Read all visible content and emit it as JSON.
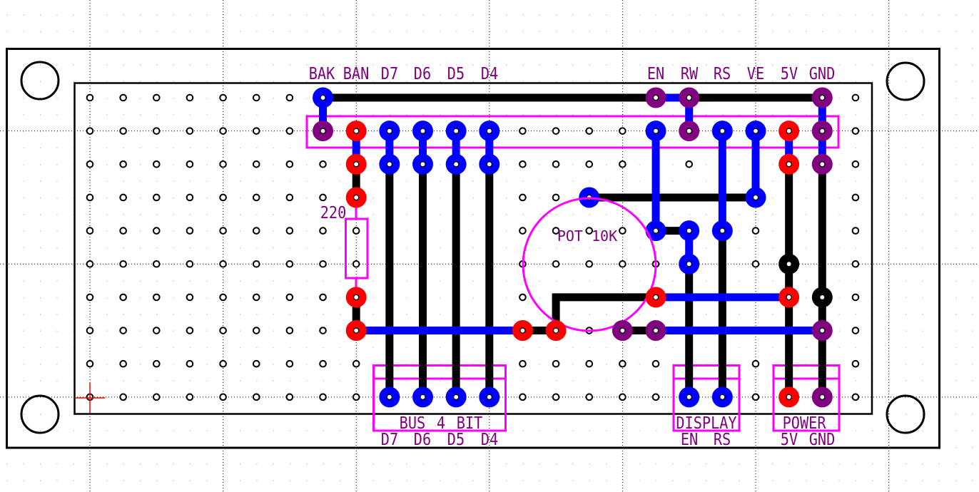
{
  "colors": {
    "blue": "#0000FF",
    "red": "#FF0000",
    "purple": "#800080",
    "black": "#000000",
    "silkscreen": "#FF00FF",
    "label_text": "#800080",
    "board_outline": "#000000",
    "origin_marker": "#FF0000",
    "background": "#FFFFFF",
    "grid_dot": "#B4B4B4"
  },
  "header": {
    "top_labels": [
      "BAK",
      "BAN",
      "D7",
      "D6",
      "D5",
      "D4",
      "EN",
      "RW",
      "RS",
      "VE",
      "5V",
      "GND"
    ]
  },
  "components": {
    "potentiometer": {
      "label": "POT 10K"
    },
    "resistor": {
      "label": "220"
    },
    "connectors": [
      {
        "title": "BUS 4 BIT",
        "pins": [
          "D7",
          "D6",
          "D5",
          "D4"
        ]
      },
      {
        "title": "DISPLAY",
        "pins": [
          "EN",
          "RS"
        ]
      },
      {
        "title": "POWER",
        "pins": [
          "5V",
          "GND"
        ]
      }
    ]
  },
  "pads": [
    {
      "name": "bak-jumper",
      "color": "blue"
    },
    {
      "name": "en-jumper",
      "color": "purple"
    },
    {
      "name": "rw-jumper",
      "color": "purple"
    },
    {
      "name": "gnd-jumper",
      "color": "purple"
    },
    {
      "name": "header-bak",
      "color": "purple"
    },
    {
      "name": "header-ban",
      "color": "red"
    },
    {
      "name": "header-d7",
      "color": "blue"
    },
    {
      "name": "header-d6",
      "color": "blue"
    },
    {
      "name": "header-d5",
      "color": "blue"
    },
    {
      "name": "header-d4",
      "color": "blue"
    },
    {
      "name": "header-en",
      "color": "blue"
    },
    {
      "name": "header-rw",
      "color": "purple"
    },
    {
      "name": "header-rs",
      "color": "blue"
    },
    {
      "name": "header-ve",
      "color": "blue"
    },
    {
      "name": "header-5v",
      "color": "red"
    },
    {
      "name": "header-gnd",
      "color": "purple"
    },
    {
      "name": "ban-node",
      "color": "red"
    },
    {
      "name": "d7-node",
      "color": "blue"
    },
    {
      "name": "d6-node",
      "color": "blue"
    },
    {
      "name": "d5-node",
      "color": "blue"
    },
    {
      "name": "d4-node",
      "color": "blue"
    },
    {
      "name": "5v-node",
      "color": "red"
    },
    {
      "name": "gnd-node",
      "color": "purple"
    },
    {
      "name": "resistor-pin-1",
      "color": "red"
    },
    {
      "name": "pot-wiper",
      "color": "blue"
    },
    {
      "name": "ve-node",
      "color": "blue"
    },
    {
      "name": "en-node",
      "color": "blue"
    },
    {
      "name": "en-node-2",
      "color": "blue"
    },
    {
      "name": "rs-node",
      "color": "blue"
    },
    {
      "name": "en-node-3",
      "color": "blue"
    },
    {
      "name": "5v-junction",
      "color": "black"
    },
    {
      "name": "resistor-pin-2",
      "color": "red"
    },
    {
      "name": "pot-5v-node",
      "color": "red"
    },
    {
      "name": "5v-node-2",
      "color": "red"
    },
    {
      "name": "gnd-junction",
      "color": "black"
    },
    {
      "name": "ban-out",
      "color": "red"
    },
    {
      "name": "ban-link",
      "color": "red"
    },
    {
      "name": "pot-pin-a",
      "color": "red"
    },
    {
      "name": "pot-pin-b",
      "color": "purple"
    },
    {
      "name": "gnd-node-2",
      "color": "purple"
    },
    {
      "name": "gnd-node-3",
      "color": "purple"
    },
    {
      "name": "bus-d7",
      "color": "blue"
    },
    {
      "name": "bus-d6",
      "color": "blue"
    },
    {
      "name": "bus-d5",
      "color": "blue"
    },
    {
      "name": "bus-d4",
      "color": "blue"
    },
    {
      "name": "display-en",
      "color": "blue"
    },
    {
      "name": "display-rs",
      "color": "blue"
    },
    {
      "name": "power-5v",
      "color": "red"
    },
    {
      "name": "power-gnd",
      "color": "purple"
    }
  ],
  "traces": [
    {
      "name": "top-bus-left",
      "color": "black"
    },
    {
      "name": "en-rw-bridge",
      "color": "blue"
    },
    {
      "name": "top-bus-right",
      "color": "black"
    },
    {
      "name": "bak-link",
      "color": "blue"
    },
    {
      "name": "rw-link",
      "color": "blue"
    },
    {
      "name": "gnd-header-link",
      "color": "blue"
    },
    {
      "name": "ban-link-upper",
      "color": "blue"
    },
    {
      "name": "d7-link",
      "color": "blue"
    },
    {
      "name": "d6-link",
      "color": "blue"
    },
    {
      "name": "d5-link",
      "color": "blue"
    },
    {
      "name": "d4-link",
      "color": "blue"
    },
    {
      "name": "en-vertical",
      "color": "blue"
    },
    {
      "name": "rs-vertical",
      "color": "blue"
    },
    {
      "name": "ve-vertical",
      "color": "blue"
    },
    {
      "name": "5v-header-link",
      "color": "blue"
    },
    {
      "name": "ban-strip-upper",
      "color": "black"
    },
    {
      "name": "ban-strip-lower",
      "color": "black"
    },
    {
      "name": "d7-strip",
      "color": "black"
    },
    {
      "name": "d6-strip",
      "color": "black"
    },
    {
      "name": "d5-strip",
      "color": "black"
    },
    {
      "name": "d4-strip",
      "color": "black"
    },
    {
      "name": "ve-wiper-strip",
      "color": "black"
    },
    {
      "name": "en-cross-strip",
      "color": "black"
    },
    {
      "name": "en-link",
      "color": "blue"
    },
    {
      "name": "en-display-strip",
      "color": "black"
    },
    {
      "name": "rs-display-strip",
      "color": "black"
    },
    {
      "name": "5v-strip",
      "color": "black"
    },
    {
      "name": "gnd-strip",
      "color": "black"
    },
    {
      "name": "ban-to-pot-wire",
      "color": "blue"
    },
    {
      "name": "pot-pin-link",
      "color": "black"
    },
    {
      "name": "pot-5v-strip",
      "color": "black"
    },
    {
      "name": "pot-5v-wire",
      "color": "blue"
    },
    {
      "name": "pot-gnd-link",
      "color": "black"
    },
    {
      "name": "gnd-wire",
      "color": "blue"
    }
  ]
}
